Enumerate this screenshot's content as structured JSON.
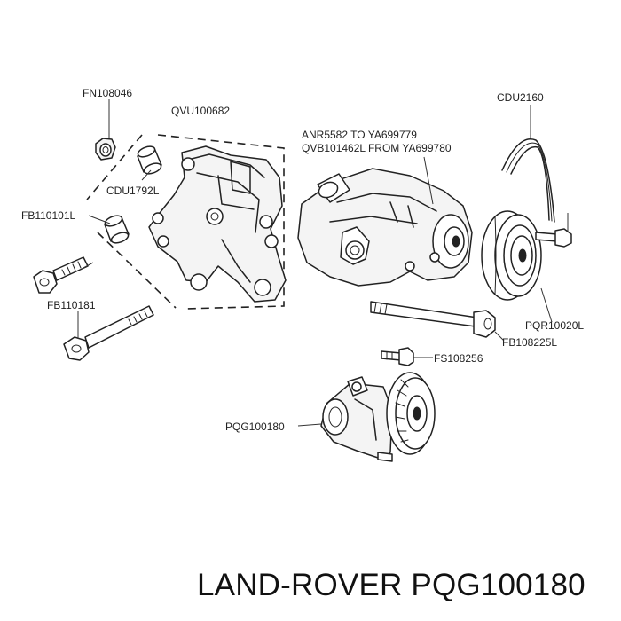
{
  "labels": {
    "fn108046": "FN108046",
    "qvu100682": "QVU100682",
    "cdu1792l": "CDU1792L",
    "fb110101l": "FB110101L",
    "fb110181": "FB110181",
    "anr5582": "ANR5582 TO YA699779",
    "qvb101462l": "QVB101462L FROM YA699780",
    "cdu2160": "CDU2160",
    "pqr10020l": "PQR10020L",
    "fb108225l": "FB108225L",
    "fs108256": "FS108256",
    "pqg100180": "PQG100180"
  },
  "footer": {
    "brand": "LAND-ROVER",
    "part_number": "PQG100180"
  }
}
